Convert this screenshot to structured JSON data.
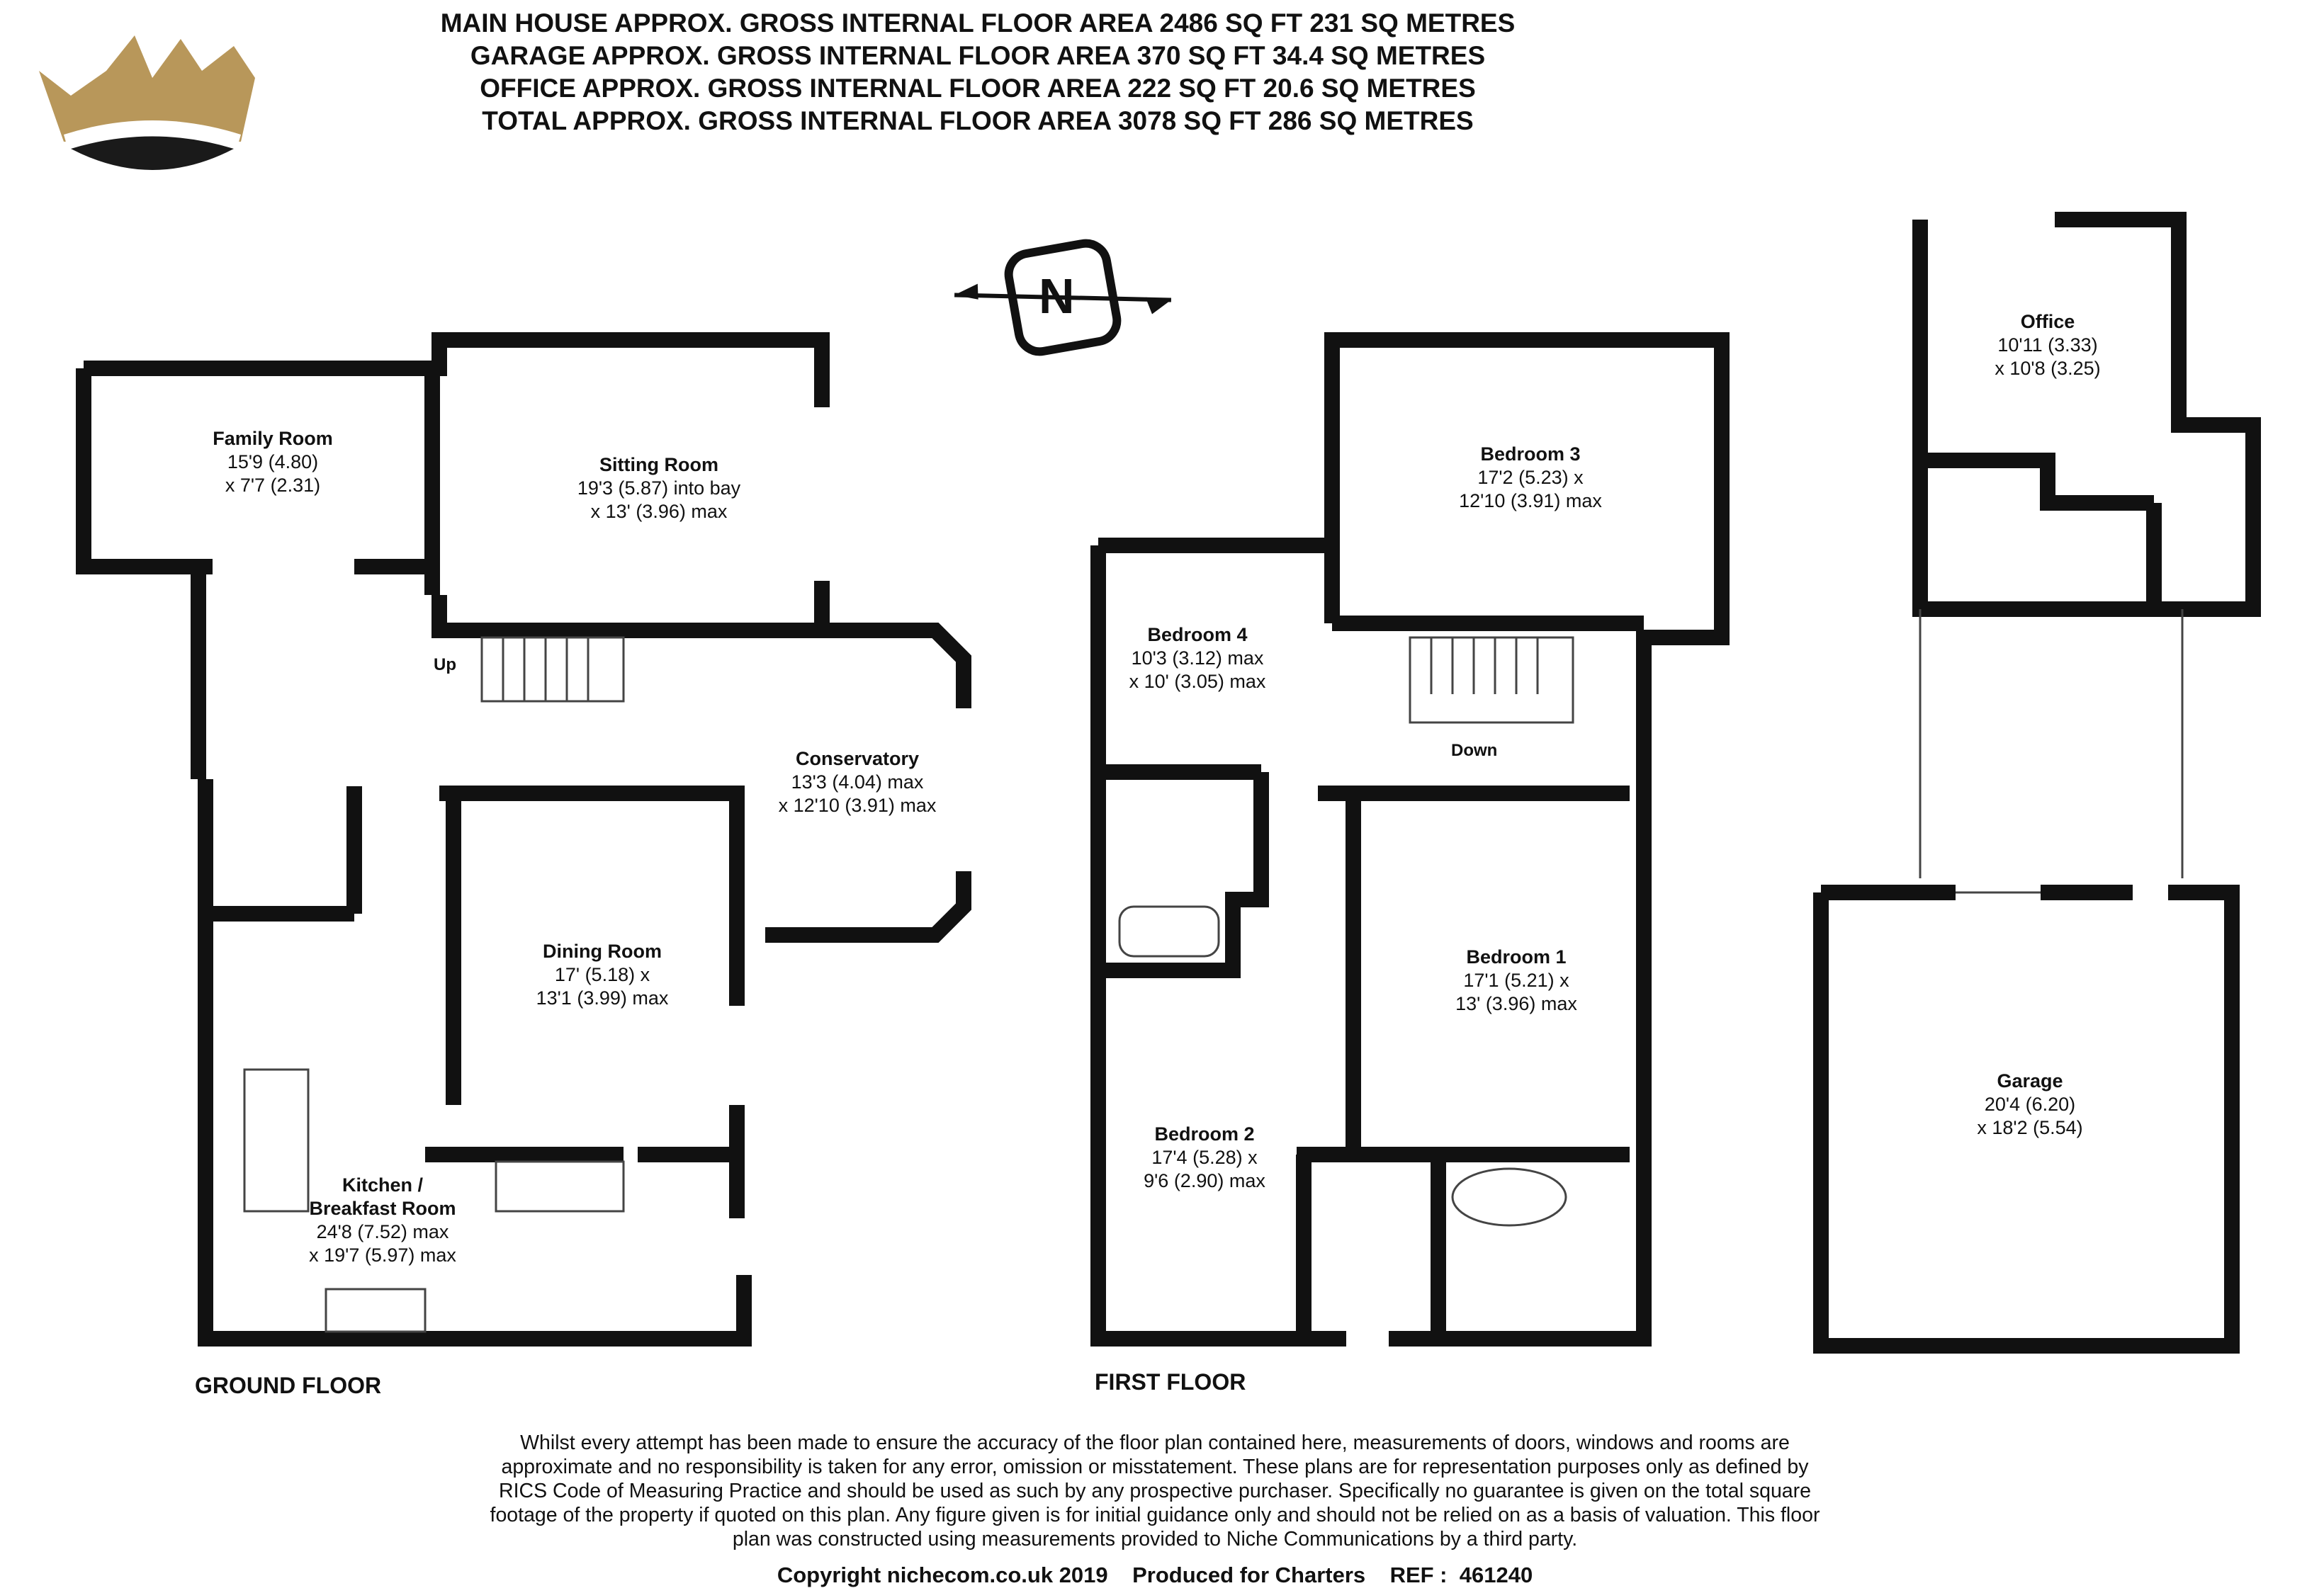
{
  "header": {
    "lines": [
      "MAIN HOUSE APPROX. GROSS INTERNAL FLOOR AREA 2486 SQ FT 231 SQ METRES",
      "GARAGE APPROX. GROSS INTERNAL FLOOR AREA 370 SQ FT 34.4 SQ METRES",
      "OFFICE APPROX. GROSS INTERNAL FLOOR AREA 222 SQ FT 20.6 SQ METRES",
      "TOTAL APPROX. GROSS INTERNAL FLOOR AREA 3078 SQ FT 286 SQ METRES"
    ]
  },
  "compass": {
    "letter": "N"
  },
  "colors": {
    "wall": "#111111",
    "logo_gold": "#b8975a",
    "logo_dark": "#1a1a1a"
  },
  "rooms": {
    "family_room": {
      "name": "Family Room",
      "dim1": "15'9 (4.80)",
      "dim2": "x 7'7 (2.31)"
    },
    "sitting_room": {
      "name": "Sitting Room",
      "dim1": "19'3 (5.87) into bay",
      "dim2": "x 13' (3.96) max"
    },
    "conservatory": {
      "name": "Conservatory",
      "dim1": "13'3 (4.04) max",
      "dim2": "x 12'10 (3.91) max"
    },
    "dining_room": {
      "name": "Dining Room",
      "dim1": "17' (5.18) x",
      "dim2": "13'1 (3.99) max"
    },
    "kitchen": {
      "name1": "Kitchen /",
      "name2": "Breakfast Room",
      "dim1": "24'8 (7.52) max",
      "dim2": "x 19'7 (5.97) max"
    },
    "bedroom3": {
      "name": "Bedroom 3",
      "dim1": "17'2 (5.23) x",
      "dim2": "12'10 (3.91) max"
    },
    "bedroom4": {
      "name": "Bedroom 4",
      "dim1": "10'3 (3.12) max",
      "dim2": "x 10' (3.05) max"
    },
    "bedroom1": {
      "name": "Bedroom 1",
      "dim1": "17'1 (5.21) x",
      "dim2": "13' (3.96) max"
    },
    "bedroom2": {
      "name": "Bedroom 2",
      "dim1": "17'4 (5.28) x",
      "dim2": "9'6 (2.90) max"
    },
    "office": {
      "name": "Office",
      "dim1": "10'11 (3.33)",
      "dim2": "x 10'8 (3.25)"
    },
    "garage": {
      "name": "Garage",
      "dim1": "20'4 (6.20)",
      "dim2": "x 18'2 (5.54)"
    }
  },
  "stairs": {
    "up": "Up",
    "down": "Down"
  },
  "floors": {
    "ground": "GROUND FLOOR",
    "first": "FIRST FLOOR"
  },
  "footer": {
    "disclaimer": [
      "Whilst every attempt has been made to ensure the accuracy of the floor plan contained here, measurements of doors, windows and rooms are",
      "approximate and no responsibility is taken for any error, omission or misstatement. These plans are for representation purposes only as defined by",
      "RICS Code of Measuring Practice and should be used as such by any prospective purchaser.  Specifically no guarantee is given on the total square",
      "footage of the property if quoted on this plan. Any figure given is for initial guidance only and should not be relied on as a basis of valuation. This floor",
      "plan was constructed using measurements provided to Niche Communications by a third party."
    ],
    "copyright": "Copyright nichecom.co.uk 2019    Produced for Charters    REF :  461240"
  }
}
